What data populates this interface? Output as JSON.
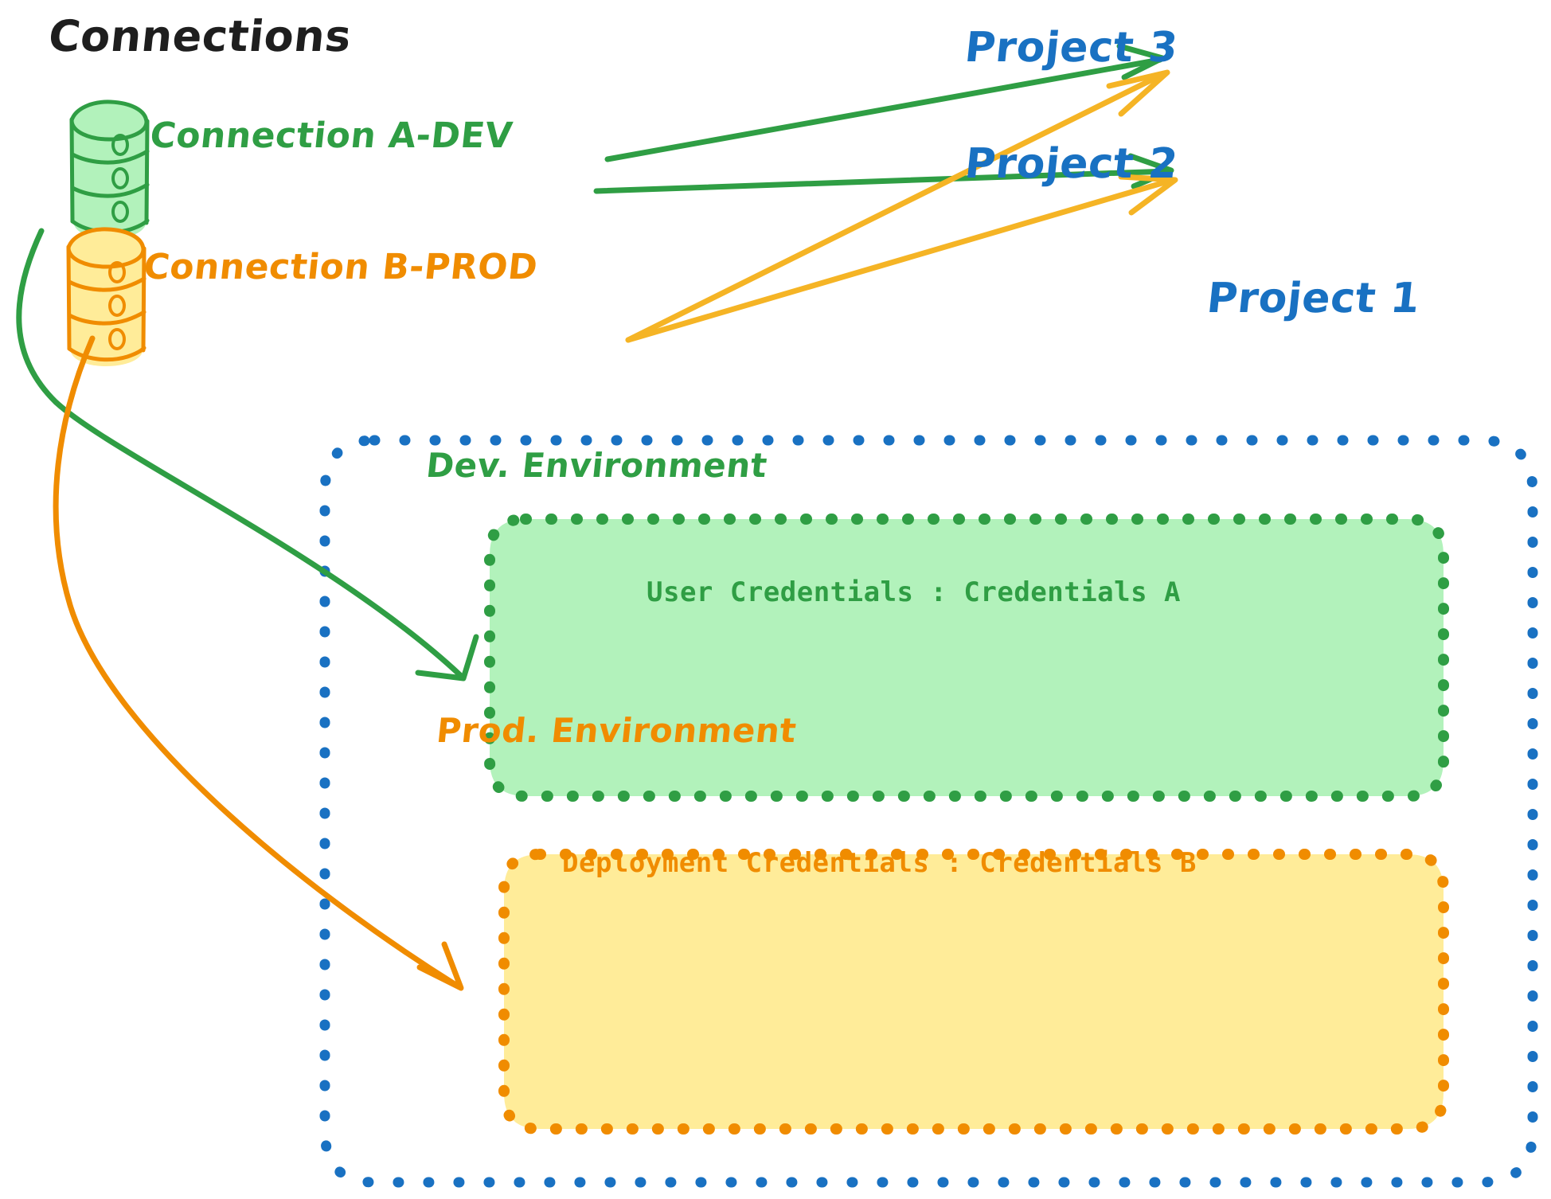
{
  "diagram": {
    "title": "Connections",
    "title_color": "#1e1e1e",
    "colors": {
      "green_stroke": "#2f9e44",
      "green_fill": "#b2f2bb",
      "orange_stroke": "#f08c00",
      "orange_fill": "#ffec99",
      "blue_stroke": "#1971c2",
      "background": "#ffffff"
    },
    "connections": [
      {
        "id": "connection-a-dev",
        "label": "Connection A-DEV",
        "color": "#2f9e44",
        "icon": "database-cylinder-icon"
      },
      {
        "id": "connection-b-prod",
        "label": "Connection B-PROD",
        "color": "#f08c00",
        "icon": "database-cylinder-icon"
      }
    ],
    "projects": [
      {
        "id": "project-3",
        "label": "Project 3",
        "color": "#1971c2"
      },
      {
        "id": "project-2",
        "label": "Project 2",
        "color": "#1971c2"
      },
      {
        "id": "project-1",
        "label": "Project 1",
        "color": "#1971c2"
      }
    ],
    "project1_container": {
      "label": "Project 1",
      "border_style": "dotted",
      "border_color": "#1971c2",
      "environments": [
        {
          "id": "dev-environment",
          "label": "Dev. Environment",
          "credential_label": "User Credentials",
          "credential_separator": ":",
          "credential_value": "Credentials A",
          "credential_line": "User Credentials : Credentials A",
          "border_color": "#2f9e44",
          "fill_color": "#b2f2bb"
        },
        {
          "id": "prod-environment",
          "label": "Prod. Environment",
          "credential_label": "Deployment Credentials",
          "credential_separator": ":",
          "credential_value": "Credentials B",
          "credential_line": "Deployment Credentials : Credentials B",
          "border_color": "#f08c00",
          "fill_color": "#ffec99"
        }
      ]
    },
    "edges": [
      {
        "from": "connection-a-dev",
        "to": "project-3",
        "color": "#2f9e44"
      },
      {
        "from": "connection-a-dev",
        "to": "project-2",
        "color": "#2f9e44"
      },
      {
        "from": "connection-a-dev",
        "to": "dev-environment",
        "color": "#2f9e44"
      },
      {
        "from": "connection-b-prod",
        "to": "project-3",
        "color": "#f5b425"
      },
      {
        "from": "connection-b-prod",
        "to": "project-2",
        "color": "#f5b425"
      },
      {
        "from": "connection-b-prod",
        "to": "prod-environment",
        "color": "#f08c00"
      }
    ]
  }
}
